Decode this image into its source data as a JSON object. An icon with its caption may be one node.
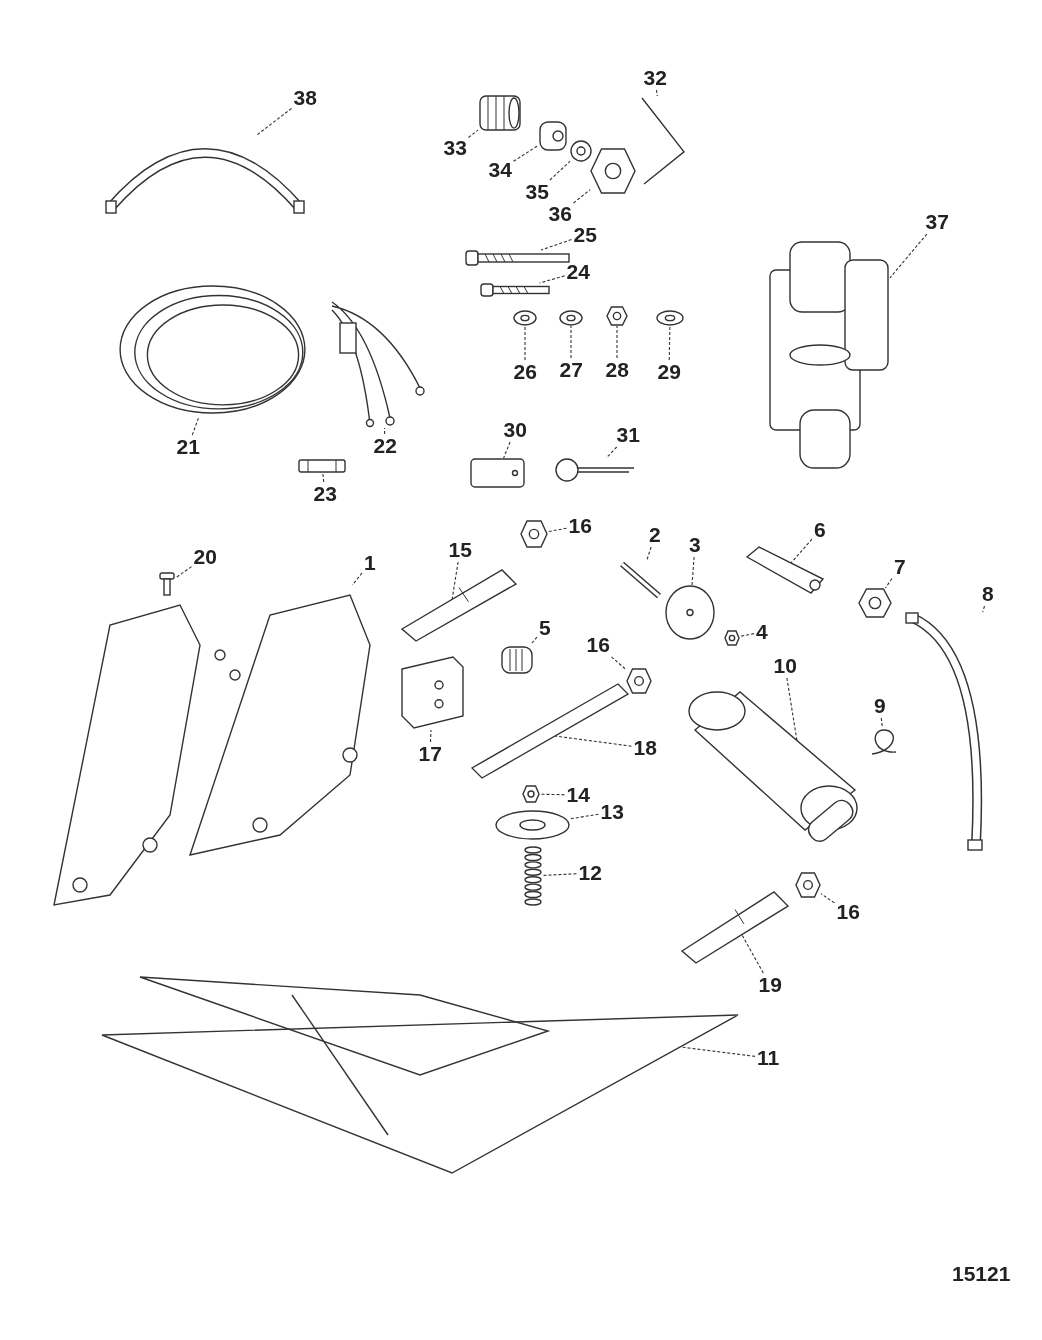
{
  "diagram": {
    "nodes": [
      {
        "text": [
          "38"
        ]
      },
      {
        "text": [
          "32"
        ]
      },
      {
        "text": [
          "33"
        ]
      },
      {
        "text": [
          "34"
        ]
      },
      {
        "text": [
          "35"
        ]
      },
      {
        "text": [
          "36"
        ]
      },
      {
        "text": [
          "37"
        ]
      },
      {
        "text": [
          "25"
        ]
      },
      {
        "text": [
          "24"
        ]
      },
      {
        "text": [
          "26"
        ]
      },
      {
        "text": [
          "27"
        ]
      },
      {
        "text": [
          "28"
        ]
      },
      {
        "text": [
          "29"
        ]
      },
      {
        "text": [
          "21"
        ]
      },
      {
        "text": [
          "22"
        ]
      },
      {
        "text": [
          "23"
        ]
      },
      {
        "text": [
          "30"
        ]
      },
      {
        "text": [
          "31"
        ]
      },
      {
        "text": [
          "16"
        ]
      },
      {
        "text": [
          "20"
        ]
      },
      {
        "text": [
          "1"
        ]
      },
      {
        "text": [
          "15"
        ]
      },
      {
        "text": [
          "2"
        ]
      },
      {
        "text": [
          "3"
        ]
      },
      {
        "text": [
          "6"
        ]
      },
      {
        "text": [
          "7"
        ]
      },
      {
        "text": [
          "4"
        ]
      },
      {
        "text": [
          "8"
        ]
      },
      {
        "text": [
          "5"
        ]
      },
      {
        "text": [
          "16"
        ]
      },
      {
        "text": [
          "17"
        ]
      },
      {
        "text": [
          "18"
        ]
      },
      {
        "text": [
          "10"
        ]
      },
      {
        "text": [
          "9"
        ]
      },
      {
        "text": [
          "14"
        ]
      },
      {
        "text": [
          "13"
        ]
      },
      {
        "text": [
          "12"
        ]
      },
      {
        "text": [
          "16"
        ]
      },
      {
        "text": [
          "11"
        ]
      },
      {
        "text": [
          "19"
        ]
      },
      {
        "text": [],
        "shape": "picture"
      },
      {
        "text": [],
        "shape": "picture"
      },
      {
        "text": [],
        "shape": "picture"
      },
      {
        "text": [],
        "shape": "picture"
      },
      {
        "text": [],
        "shape": "picture"
      },
      {
        "text": [],
        "shape": "picture"
      },
      {
        "text": [],
        "shape": "picture"
      },
      {
        "text": [],
        "shape": "picture"
      },
      {
        "text": [],
        "shape": "picture"
      },
      {
        "text": [],
        "shape": "picture"
      },
      {
        "text": [],
        "shape": "picture"
      },
      {
        "text": [],
        "shape": "picture"
      },
      {
        "text": [],
        "shape": "picture"
      },
      {
        "text": [],
        "shape": "picture"
      },
      {
        "text": [],
        "shape": "picture"
      },
      {
        "text": [],
        "shape": "picture"
      },
      {
        "text": [],
        "shape": "picture"
      },
      {
        "text": [],
        "shape": "picture"
      },
      {
        "text": [],
        "shape": "picture"
      },
      {
        "text": [],
        "shape": "picture"
      },
      {
        "text": [],
        "shape": "picture"
      },
      {
        "text": [],
        "shape": "picture"
      },
      {
        "text": [],
        "shape": "picture"
      },
      {
        "text": [],
        "shape": "picture"
      },
      {
        "text": [],
        "shape": "picture"
      },
      {
        "text": [],
        "shape": "picture"
      },
      {
        "text": [],
        "shape": "picture"
      },
      {
        "text": [],
        "shape": "picture"
      },
      {
        "text": [],
        "shape": "picture"
      },
      {
        "text": [],
        "shape": "picture"
      },
      {
        "text": [],
        "shape": "picture"
      },
      {
        "text": [],
        "shape": "picture"
      },
      {
        "text": [],
        "shape": "picture"
      },
      {
        "text": [],
        "shape": "picture"
      },
      {
        "text": [],
        "shape": "picture"
      },
      {
        "text": [],
        "shape": "picture"
      },
      {
        "text": [],
        "shape": "picture"
      },
      {
        "text": [],
        "shape": "picture"
      },
      {
        "text": [],
        "shape": "picture"
      },
      {
        "text": [],
        "shape": "picture"
      }
    ],
    "edges": [
      {
        "from": 0,
        "to": 40,
        "arrow": "none"
      },
      {
        "from": 1,
        "to": 41,
        "arrow": "none"
      },
      {
        "from": 2,
        "to": 42,
        "arrow": "none"
      },
      {
        "from": 3,
        "to": 43,
        "arrow": "none"
      },
      {
        "from": 4,
        "to": 44,
        "arrow": "none"
      },
      {
        "from": 5,
        "to": 45,
        "arrow": "none"
      },
      {
        "from": 6,
        "to": 46,
        "arrow": "none"
      },
      {
        "from": 7,
        "to": 47,
        "arrow": "none"
      },
      {
        "from": 8,
        "to": 48,
        "arrow": "none"
      },
      {
        "from": 9,
        "to": 49,
        "arrow": "none"
      },
      {
        "from": 10,
        "to": 50,
        "arrow": "none"
      },
      {
        "from": 11,
        "to": 51,
        "arrow": "none"
      },
      {
        "from": 12,
        "to": 52,
        "arrow": "none"
      },
      {
        "from": 13,
        "to": 53,
        "arrow": "none"
      },
      {
        "from": 14,
        "to": 54,
        "arrow": "none"
      },
      {
        "from": 15,
        "to": 55,
        "arrow": "none"
      },
      {
        "from": 16,
        "to": 56,
        "arrow": "none"
      },
      {
        "from": 17,
        "to": 57,
        "arrow": "none"
      },
      {
        "from": 18,
        "to": 58,
        "arrow": "none"
      },
      {
        "from": 19,
        "to": 59,
        "arrow": "none"
      },
      {
        "from": 20,
        "to": 60,
        "arrow": "none"
      },
      {
        "from": 21,
        "to": 61,
        "arrow": "none"
      },
      {
        "from": 22,
        "to": 62,
        "arrow": "none"
      },
      {
        "from": 23,
        "to": 63,
        "arrow": "none"
      },
      {
        "from": 24,
        "to": 64,
        "arrow": "none"
      },
      {
        "from": 25,
        "to": 65,
        "arrow": "none"
      },
      {
        "from": 26,
        "to": 66,
        "arrow": "none"
      },
      {
        "from": 27,
        "to": 67,
        "arrow": "none"
      },
      {
        "from": 28,
        "to": 68,
        "arrow": "none"
      },
      {
        "from": 29,
        "to": 69,
        "arrow": "none"
      },
      {
        "from": 30,
        "to": 70,
        "arrow": "none"
      },
      {
        "from": 31,
        "to": 71,
        "arrow": "none"
      },
      {
        "from": 32,
        "to": 72,
        "arrow": "none"
      },
      {
        "from": 33,
        "to": 73,
        "arrow": "none"
      },
      {
        "from": 34,
        "to": 74,
        "arrow": "none"
      },
      {
        "from": 35,
        "to": 75,
        "arrow": "none"
      },
      {
        "from": 36,
        "to": 76,
        "arrow": "none"
      },
      {
        "from": 37,
        "to": 77,
        "arrow": "none"
      },
      {
        "from": 38,
        "to": 78,
        "arrow": "none"
      },
      {
        "from": 39,
        "to": 79,
        "arrow": "none"
      }
    ],
    "labels": [
      "15121"
    ]
  }
}
